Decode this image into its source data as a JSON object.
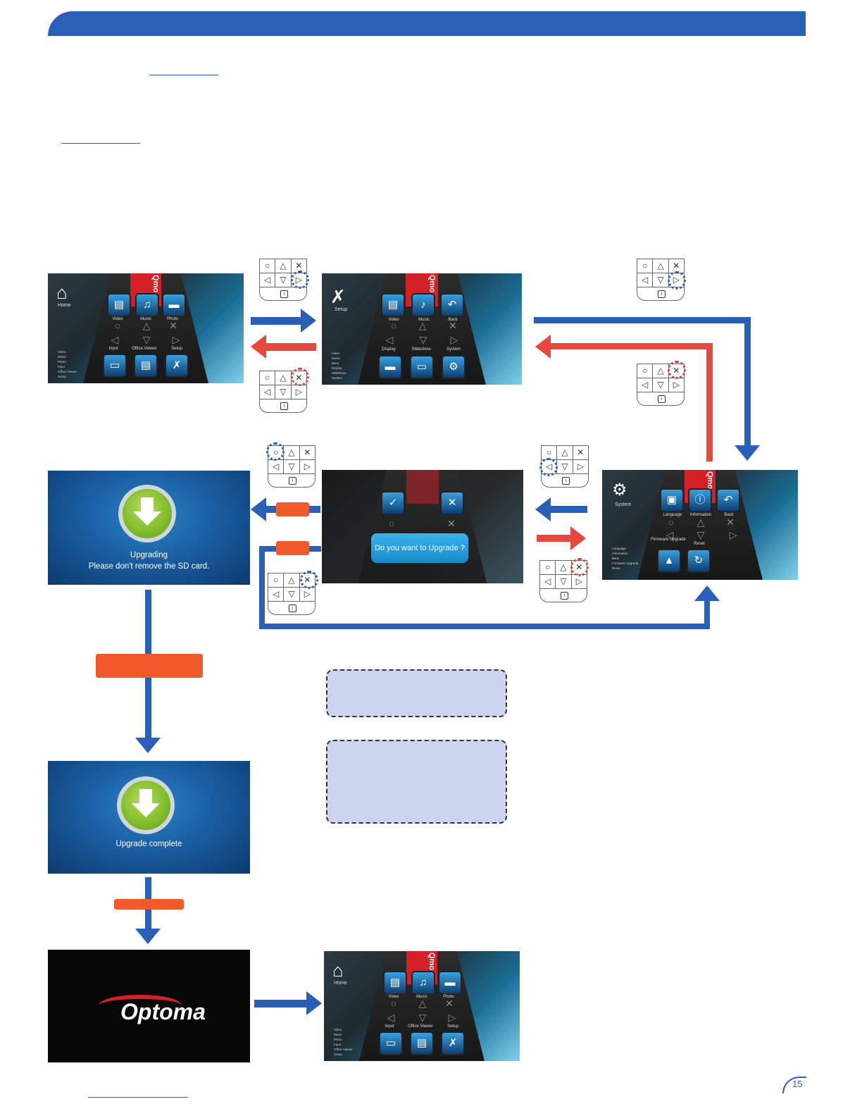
{
  "page_number": "15",
  "home_screen": {
    "title": "Home",
    "tiles": [
      "Video",
      "Music",
      "Photo",
      "Input",
      "Office Viewer",
      "Setup"
    ],
    "side_list": [
      "Video",
      "Music",
      "Photo",
      "Input",
      "Office Viewer",
      "Setup"
    ],
    "stripe_text": "Qmo"
  },
  "setup_screen": {
    "title": "Setup",
    "tiles": [
      "Video",
      "Music",
      "Back",
      "Display",
      "Slideshow",
      "System"
    ],
    "side_list": [
      "Video",
      "Music",
      "Back",
      "Display",
      "Slideshow",
      "System"
    ],
    "stripe_text": "Qmo"
  },
  "system_screen": {
    "title": "System",
    "tiles": [
      "Language",
      "Information",
      "Back",
      "Firmware Upgrade",
      "Reset"
    ],
    "side_list": [
      "Language",
      "Information",
      "Back",
      "Firmware Upgrade",
      "Reset"
    ],
    "stripe_text": "Qmo"
  },
  "confirm_screen": {
    "dialog": "Do you want to Upgrade ?"
  },
  "upgrading_screen": {
    "line1": "Upgrading",
    "line2": "Please don't remove the SD card."
  },
  "complete_screen": {
    "line1": "Upgrade complete"
  },
  "boot_screen": {
    "brand": "Optoma"
  },
  "keypad_symbols": [
    "○",
    "△",
    "✕",
    "◁",
    "▽",
    "▷",
    "i"
  ],
  "colors": {
    "brand_blue": "#2a5fb8",
    "arrow_red": "#e8473b",
    "label_orange": "#f15a2b",
    "note_fill": "#cdd4ef"
  }
}
